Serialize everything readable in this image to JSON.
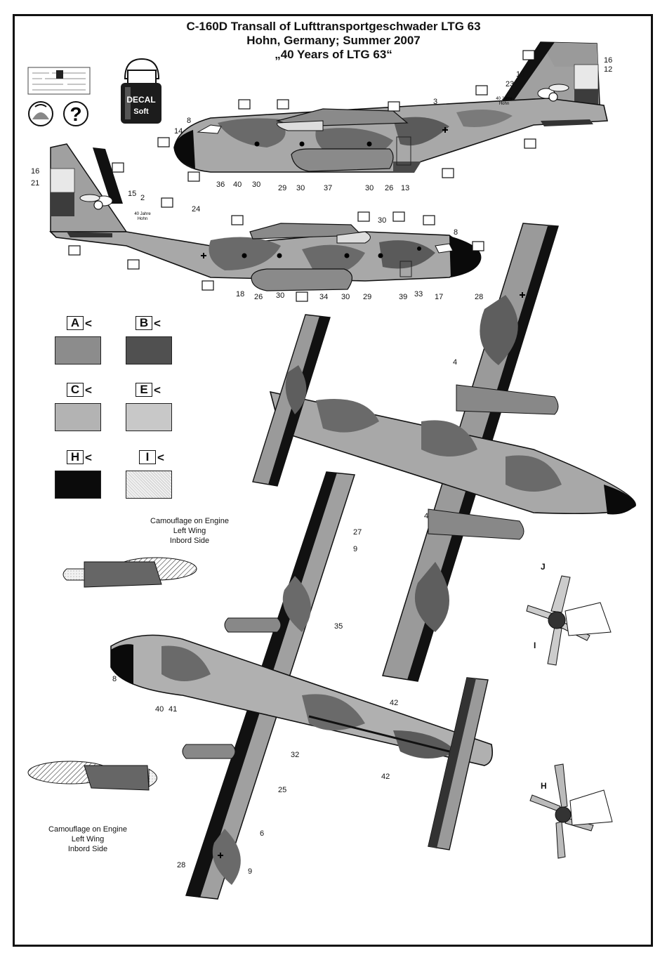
{
  "title": {
    "line1": "C-160D Transall of Lufttransportgeschwader LTG 63",
    "line2": "Hohn, Germany; Summer 2007",
    "line3": "„40 Years of LTG 63“"
  },
  "decal_soft": {
    "line1": "DECAL",
    "line2": "Soft"
  },
  "help_symbol": "?",
  "tail_art_text": {
    "line1": "40 Jahre",
    "line2": "Hohn"
  },
  "callouts": {
    "side_upper": [
      "3",
      "8",
      "14",
      "16",
      "12",
      "19",
      "23",
      "30",
      "36",
      "40",
      "30",
      "29",
      "30",
      "37",
      "30",
      "26",
      "13"
    ],
    "side_lower": [
      "16",
      "21",
      "15",
      "2",
      "24",
      "30",
      "8",
      "18",
      "26",
      "30",
      "34",
      "30",
      "29",
      "39",
      "33",
      "17"
    ],
    "top_view": [
      "28",
      "4",
      "4",
      "27",
      "9",
      "35",
      "8",
      "40",
      "41",
      "42",
      "42",
      "32",
      "25",
      "6",
      "28",
      "9"
    ]
  },
  "color_keys": [
    {
      "key": "A",
      "color": "#8c8c8c"
    },
    {
      "key": "B",
      "color": "#505050"
    },
    {
      "key": "C",
      "color": "#b3b3b3"
    },
    {
      "key": "E",
      "color": "#c8c8c8"
    },
    {
      "key": "H",
      "color": "#0b0b0b"
    },
    {
      "key": "I",
      "color": "#e6e6e6"
    }
  ],
  "notes": {
    "engine_upper": {
      "line1": "Camouflage on Engine",
      "line2": "Left Wing",
      "line3": "Inbord Side"
    },
    "engine_lower": {
      "line1": "Camouflage on Engine",
      "line2": "Left Wing",
      "line3": "Inbord Side"
    }
  },
  "prop_keys": [
    "J",
    "I",
    "H"
  ]
}
